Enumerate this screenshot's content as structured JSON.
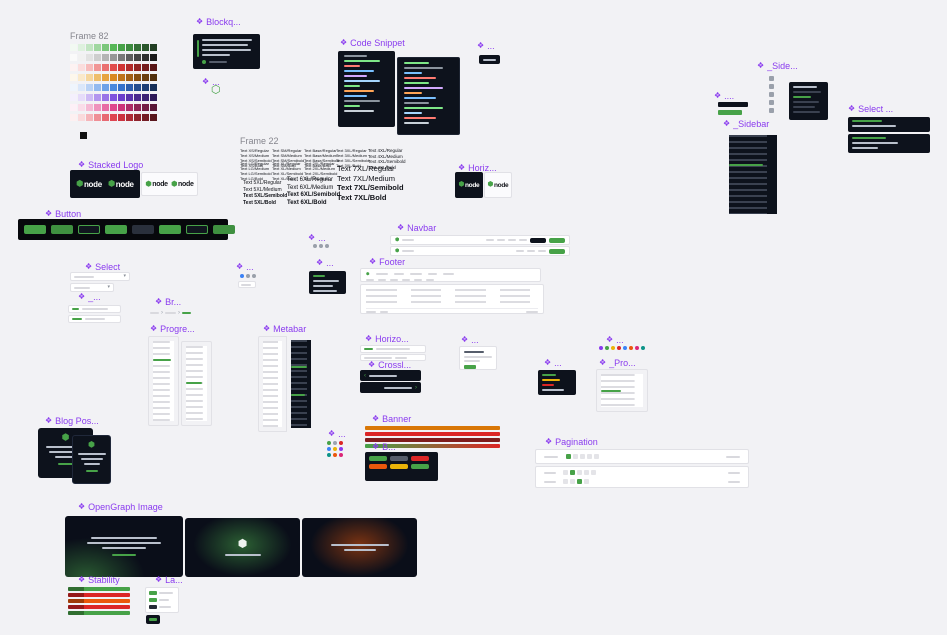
{
  "canvas": {
    "bg": "#f2f2f5"
  },
  "colors": {
    "accent_purple": "#8a3bef",
    "node_green": "#47a248",
    "panel_dark": "#0d121c",
    "frame_label_gray": "#85858d"
  },
  "icons": {
    "diamond": "❖",
    "hexagon": "⬢",
    "hexagon_outline": "⬡",
    "chevron_down": "▾",
    "chevron_right": "›",
    "chevron_left": "‹"
  },
  "frames": {
    "frame82": {
      "label": "Frame 82",
      "rows": [
        [
          "#f2f9f2",
          "#def1de",
          "#c2e5c2",
          "#a0d7a0",
          "#7cc77c",
          "#57b757",
          "#47a248",
          "#3d8b3e",
          "#346f35",
          "#2b572c",
          "#223f23"
        ],
        [
          "#fafafa",
          "#f1f1f1",
          "#e2e2e2",
          "#cecece",
          "#b4b4b4",
          "#979797",
          "#797979",
          "#5e5e5e",
          "#454545",
          "#2f2f2f",
          "#1b1b1b"
        ],
        [
          "#fdf2f2",
          "#fbdddd",
          "#f7bcbc",
          "#f19696",
          "#ea7070",
          "#e14c4c",
          "#d03434",
          "#b22a2a",
          "#922323",
          "#751c1c",
          "#591616"
        ],
        [
          "#fdf7ec",
          "#fae9ca",
          "#f5d69d",
          "#eebe6c",
          "#e6a340",
          "#d98822",
          "#bf731b",
          "#a25f16",
          "#854e12",
          "#6b3f0f",
          "#52300c"
        ],
        [
          "#eff5fd",
          "#dae7fa",
          "#b9d2f5",
          "#93baef",
          "#6da1e7",
          "#4a88de",
          "#3571cc",
          "#2c5eae",
          "#254d8f",
          "#1e3e74",
          "#173059"
        ],
        [
          "#f4f0fd",
          "#e6dcfa",
          "#cebbf5",
          "#b396ef",
          "#9973e7",
          "#7f51de",
          "#6b3dcc",
          "#5a33ae",
          "#4a2a8f",
          "#3c2274",
          "#2e1a59"
        ],
        [
          "#fdf0f7",
          "#fadce9",
          "#f5b9d4",
          "#ef93bd",
          "#e76da5",
          "#de478d",
          "#cc3379",
          "#ae2b67",
          "#8f2355",
          "#741d45",
          "#591636"
        ],
        [
          "#fdf0f1",
          "#fadadc",
          "#f5b5ba",
          "#ef8f96",
          "#e76a73",
          "#de4551",
          "#cc3340",
          "#ae2b36",
          "#8f232d",
          "#741d25",
          "#59161c"
        ]
      ],
      "extra": [
        "#111111"
      ]
    },
    "blockquote": {
      "label": "Blockq..."
    },
    "dots1": {
      "label": "..."
    },
    "code_snippet": {
      "label": "Code Snippet",
      "lines1": [
        "#8b949e",
        "#7ee787",
        "#ff7b72",
        "#79c0ff",
        "#d2a8ff",
        "#a5d6ff",
        "#7ee787",
        "#ffa657",
        "#79c0ff",
        "#8b949e",
        "#7ee787",
        "#c9d1d9"
      ],
      "lines2": [
        "#7ee787",
        "#8b949e",
        "#79c0ff",
        "#ff7b72",
        "#7ee787",
        "#d2a8ff",
        "#ffa657",
        "#79c0ff",
        "#8b949e",
        "#7ee787",
        "#a5d6ff",
        "#ff7b72",
        "#c9d1d9"
      ]
    },
    "dots2": {
      "label": "..."
    },
    "side_mini": {
      "label": "_Side..."
    },
    "mini4": {
      "label": "...."
    },
    "sidebar": {
      "label": "_Sidebar"
    },
    "select_dark": {
      "label": "Select ..."
    },
    "stacked_logo": {
      "label": "Stacked Logo",
      "logo_text": "node"
    },
    "typography": {
      "label": "Frame 22",
      "ts": [
        "Text XS/Regular\nText XS/Medium\nText XS/Semibold\nText XS/Bold",
        "Text SM/Regular\nText SM/Medium\nText SM/Semibold\nText SM/Bold",
        "Text Base/Regular\nText Base/Medium\nText Base/Semibold\nText Base/Bold",
        "Text LG/Regular\nText LG/Medium\nText LG/Semibold\nText LG/Bold",
        "Text XL/Regular\nText XL/Medium\nText XL/Semibold\nText XL/Bold",
        "Text 2XL/Regular\nText 2XL/Medium\nText 2XL/Semibold\nText 2XL/Bold",
        "Text 3XL/Regular\nText 3XL/Medium\nText 3XL/Semibold\nText 3XL/Bold",
        "Text 4XL/Regular\nText 4XL/Medium\nText 4XL/Semibold\nText 4XL/Bold"
      ],
      "t5": [
        "Text 5XL/Regular",
        "Text 5XL/Medium",
        "Text 5XL/Semibold",
        "Text 5XL/Bold"
      ],
      "t6": [
        "Text 6XL/Regular",
        "Text 6XL/Medium",
        "Text 6XL/Semibold",
        "Text 6XL/Bold"
      ],
      "t7": [
        "Text 7XL/Regular",
        "Text 7XL/Medium",
        "Text 7XL/Semibold",
        "Text 7XL/Bold"
      ]
    },
    "logo_pair": {
      "label": "Horiz..."
    },
    "button": {
      "label": "Button",
      "variants": [
        "#47a248",
        "#3f9040",
        "#11161f",
        "#47a248",
        "#2a303c",
        "#47a248",
        "#11161f",
        "#3f9040"
      ]
    },
    "navbar": {
      "label": "Navbar"
    },
    "select_light": {
      "label": "Select"
    },
    "dots_a": {
      "label": "...",
      "colors": [
        "#9aa0aa",
        "#9aa0aa",
        "#9aa0aa"
      ]
    },
    "dots_b": {
      "label": "...",
      "colors": [
        "#3b82f6",
        "#9aa0aa",
        "#9aa0aa"
      ]
    },
    "dark_toast": {
      "label": "..."
    },
    "footer": {
      "label": "Footer"
    },
    "metabar_light": {
      "label": "_..."
    },
    "breadcrumb": {
      "label": "Br..."
    },
    "progression": {
      "label": "Progre..."
    },
    "metabar": {
      "label": "Metabar"
    },
    "hrule": {
      "label": "Horizo..."
    },
    "crosslink": {
      "label": "Crossl..."
    },
    "card_mini": {
      "label": "..."
    },
    "dots_row": {
      "label": "...",
      "colors": [
        "#8a3bef",
        "#47a248",
        "#eab308",
        "#dc2626",
        "#3b82f6",
        "#ea580c",
        "#db2777",
        "#0d9488"
      ]
    },
    "propgroup": {
      "label": "_Pro..."
    },
    "mini_dark": {
      "label": "..."
    },
    "blog_posts": {
      "label": "Blog Pos..."
    },
    "banner": {
      "label": "Banner",
      "strips": [
        "#d97706",
        "#dc2626",
        "#7f1d1d",
        "linear-gradient(90deg,#47a248,#dc2626)"
      ]
    },
    "badge_group": {
      "label": "B...",
      "badges": [
        "#47a248",
        "#565d6b",
        "#dc2626",
        "#ea580c",
        "#eab308",
        "#47a248"
      ]
    },
    "dots_grid": {
      "label": "...",
      "colors": [
        "#47a248",
        "#9ca3af",
        "#dc2626",
        "#3b82f6",
        "#eab308",
        "#8a3bef",
        "#0d9488",
        "#ea580c",
        "#db2777"
      ]
    },
    "pagination": {
      "label": "Pagination"
    },
    "opengraph": {
      "label": "OpenGraph Image"
    },
    "stability": {
      "label": "Stability",
      "strips": [
        "#47a248",
        "#dc2626",
        "#ea580c",
        "#dc2626",
        "#47a248"
      ]
    },
    "label_mini": {
      "label": "La..."
    }
  }
}
